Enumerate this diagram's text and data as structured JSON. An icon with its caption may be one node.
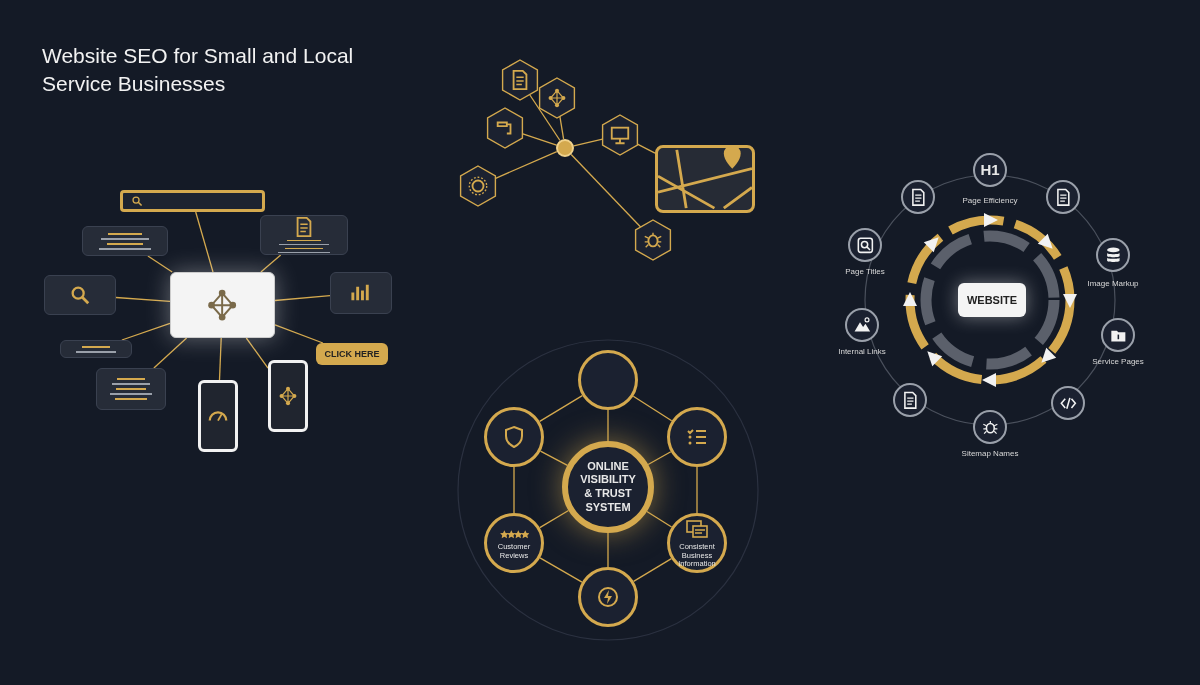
{
  "diagram": {
    "title": "Website SEO for Small and Local Service Businesses",
    "nodes": [
      {
        "text": [],
        "shape": "box"
      },
      {
        "text": [],
        "shape": "bar"
      },
      {
        "text": [],
        "shape": "box"
      },
      {
        "text": [],
        "shape": "box"
      },
      {
        "text": [],
        "shape": "box"
      },
      {
        "text": [],
        "shape": "box"
      },
      {
        "text": [],
        "shape": "box"
      },
      {
        "text": [],
        "shape": "box"
      },
      {
        "text": [],
        "shape": "box"
      },
      {
        "text": [],
        "shape": "box"
      },
      {
        "text": [
          "CLICK HERE"
        ]
      },
      {
        "text": [],
        "shape": "hexagon"
      },
      {
        "text": [],
        "shape": "hexagon"
      },
      {
        "text": [],
        "shape": "hexagon"
      },
      {
        "text": [],
        "shape": "hexagon"
      },
      {
        "text": [],
        "shape": "hexagon"
      },
      {
        "text": [],
        "shape": "hexagon"
      },
      {
        "text": [],
        "shape": "circle"
      },
      {
        "text": [],
        "shape": "picture"
      },
      {
        "text": [
          "WEBSITE"
        ]
      },
      {
        "text": [],
        "shape": "circle"
      },
      {
        "text": [
          "H1"
        ],
        "beside": [
          "Page Efficiency"
        ]
      },
      {
        "text": [],
        "shape": "circle"
      },
      {
        "text": [],
        "shape": "circle",
        "beside": [
          "Image Markup"
        ]
      },
      {
        "text": [],
        "shape": "circle",
        "beside": [
          "Service Pages"
        ]
      },
      {
        "text": [],
        "shape": "circle"
      },
      {
        "text": [],
        "shape": "circle",
        "beside": [
          "Sitemap Names"
        ]
      },
      {
        "text": [],
        "shape": "circle"
      },
      {
        "text": [],
        "shape": "circle",
        "beside": [
          "Internal Links"
        ]
      },
      {
        "text": [],
        "shape": "circle",
        "beside": [
          "Page Titles"
        ]
      },
      {
        "text": [
          "ONLINE VISIBILITY & TRUST SYSTEM"
        ]
      },
      {
        "text": [],
        "shape": "circle"
      },
      {
        "text": [],
        "shape": "circle"
      },
      {
        "text": [
          "Consistent Business Information"
        ]
      },
      {
        "text": [],
        "shape": "circle"
      },
      {
        "text": [
          "Customer Reviews"
        ]
      },
      {
        "text": [],
        "shape": "circle"
      }
    ],
    "edges": [
      {
        "from": 0,
        "to": 1,
        "arrow": "none"
      },
      {
        "from": 0,
        "to": 2,
        "arrow": "none"
      },
      {
        "from": 0,
        "to": 3,
        "arrow": "none"
      },
      {
        "from": 0,
        "to": 4,
        "arrow": "none"
      },
      {
        "from": 0,
        "to": 5,
        "arrow": "none"
      },
      {
        "from": 0,
        "to": 6,
        "arrow": "none"
      },
      {
        "from": 0,
        "to": 7,
        "arrow": "none"
      },
      {
        "from": 0,
        "to": 8,
        "arrow": "none"
      },
      {
        "from": 0,
        "to": 9,
        "arrow": "none"
      },
      {
        "from": 0,
        "to": 10,
        "arrow": "none"
      },
      {
        "from": 17,
        "to": 11,
        "arrow": "none"
      },
      {
        "from": 17,
        "to": 12,
        "arrow": "none"
      },
      {
        "from": 17,
        "to": 13,
        "arrow": "none"
      },
      {
        "from": 17,
        "to": 14,
        "arrow": "none"
      },
      {
        "from": 17,
        "to": 15,
        "arrow": "none"
      },
      {
        "from": 17,
        "to": 16,
        "arrow": "none"
      },
      {
        "from": 13,
        "to": 18,
        "arrow": "none"
      },
      {
        "from": 30,
        "to": 31,
        "arrow": "none"
      },
      {
        "from": 30,
        "to": 32,
        "arrow": "none"
      },
      {
        "from": 30,
        "to": 33,
        "arrow": "none"
      },
      {
        "from": 30,
        "to": 34,
        "arrow": "none"
      },
      {
        "from": 30,
        "to": 35,
        "arrow": "none"
      },
      {
        "from": 30,
        "to": 36,
        "arrow": "none"
      },
      {
        "from": 31,
        "to": 32,
        "arrow": "none"
      },
      {
        "from": 32,
        "to": 33,
        "arrow": "none"
      },
      {
        "from": 33,
        "to": 34,
        "arrow": "none"
      },
      {
        "from": 34,
        "to": 35,
        "arrow": "none"
      },
      {
        "from": 35,
        "to": 36,
        "arrow": "none"
      },
      {
        "from": 36,
        "to": 31,
        "arrow": "none"
      }
    ]
  }
}
